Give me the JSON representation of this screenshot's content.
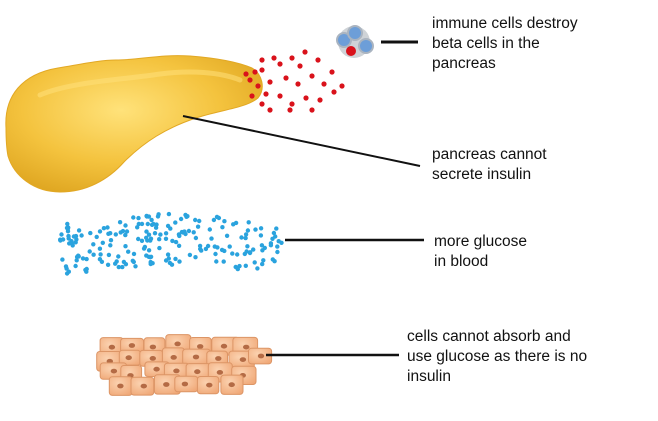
{
  "colors": {
    "pancreas": "#f2c23d",
    "pancreas_highlight": "#ffd95a",
    "pancreas_shade": "#e0a921",
    "insulin_dots": "#d9121b",
    "glucose_dots": "#2aa3de",
    "immune_cell": "#6d9ed8",
    "immune_cell_halo": "#b9bdc3",
    "cell_fill": "#f5b98c",
    "cell_border": "#dc9566",
    "cell_nucleus": "#b46b45",
    "line": "#111111"
  },
  "icons": [
    "pancreas-illustration",
    "immune-cell-cluster",
    "insulin-dots",
    "glucose-dots",
    "body-cells-illustration"
  ],
  "labels": {
    "immune": "immune cells destroy\nbeta cells in the\npancreas",
    "pancreas": "pancreas cannot\nsecrete insulin",
    "glucose": "more glucose\n in blood",
    "cells": "cells cannot absorb and\nuse glucose as there is no\ninsulin"
  }
}
